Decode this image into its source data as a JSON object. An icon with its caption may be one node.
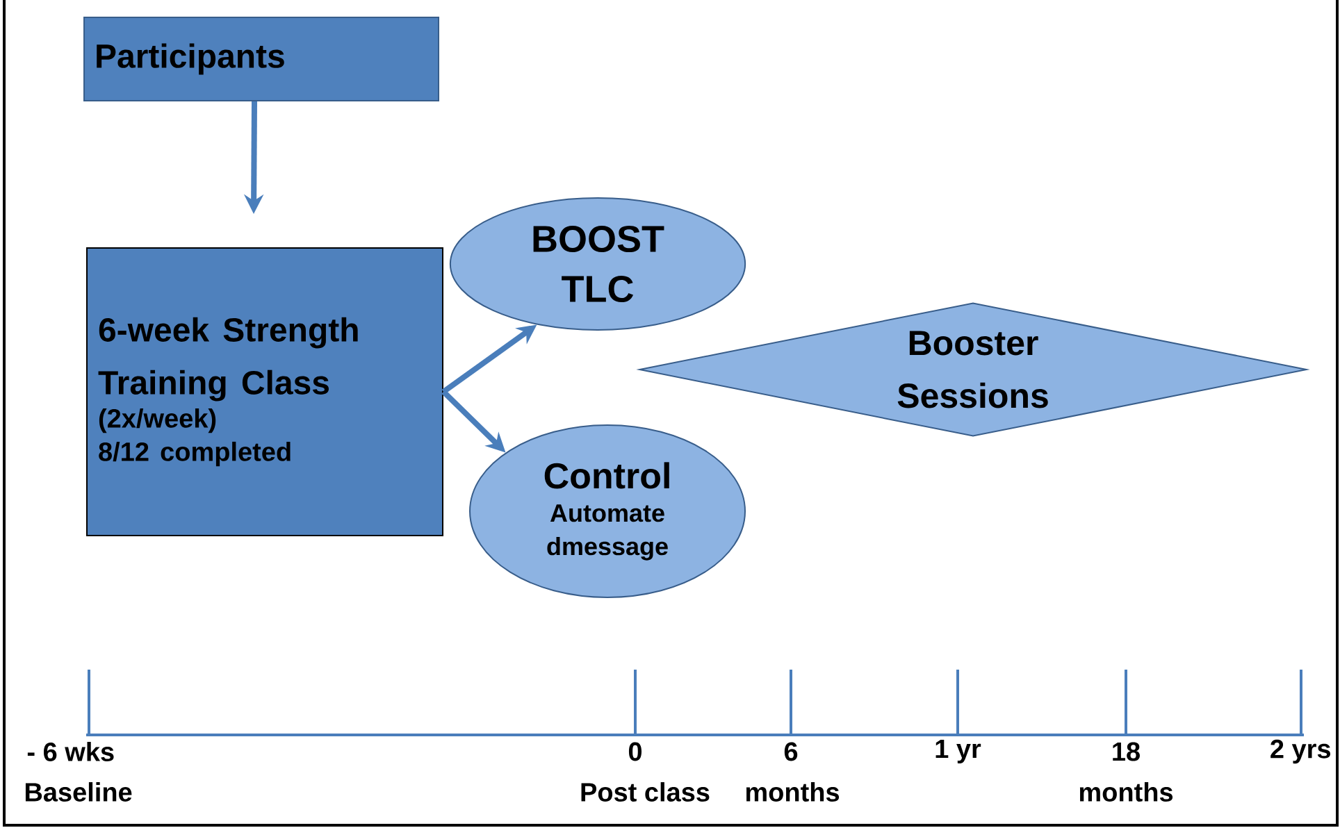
{
  "diagram": {
    "nodes": [
      {
        "text": [
          "Participants"
        ]
      },
      {
        "text": [
          "6-week Strength Training Class",
          "(2x/week)",
          "8/12 completed"
        ]
      },
      {
        "text": [
          "BOOST TLC"
        ]
      },
      {
        "text": [
          "Control",
          "Automate dmessage"
        ]
      },
      {
        "text": [
          "Booster Sessions"
        ]
      }
    ],
    "edges": [
      {
        "from": 0,
        "to": 1,
        "arrow": "to"
      },
      {
        "from": 1,
        "to": 2,
        "arrow": "to"
      },
      {
        "from": 1,
        "to": 3,
        "arrow": "to"
      }
    ],
    "labels": [
      "- 6 wks",
      "0",
      "6",
      "1 yr",
      "18",
      "2 yrs",
      "Baseline",
      "Post class",
      "months",
      "months"
    ]
  }
}
